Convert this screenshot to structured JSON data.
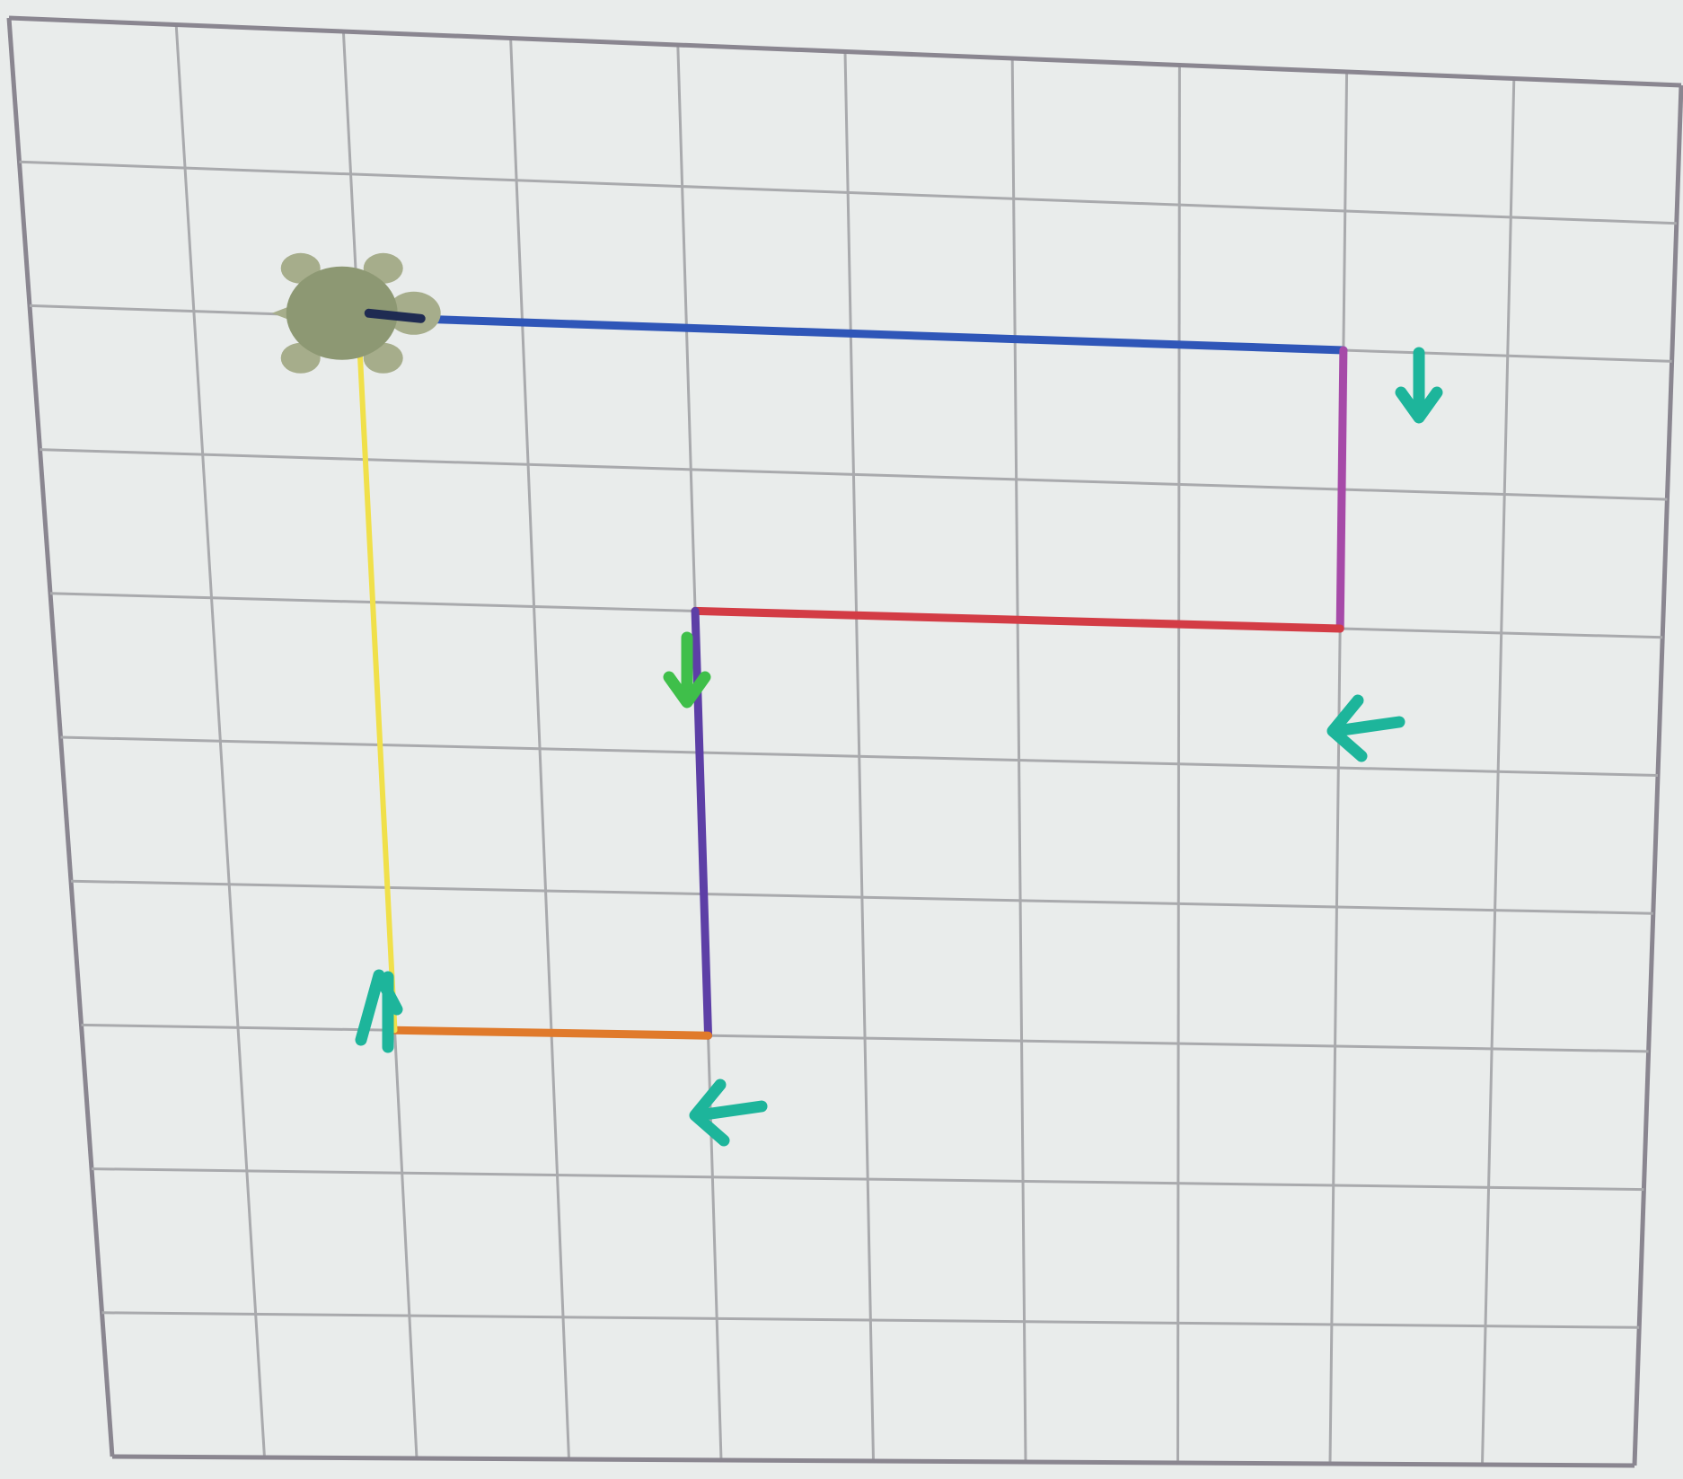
{
  "diagram": {
    "grid": {
      "columns": 10,
      "rows": 10
    },
    "turtle": {
      "color": "#8d9873",
      "start_cell": [
        2,
        2
      ],
      "heading": "east"
    },
    "path": [
      {
        "segment": "path-segment-1",
        "from": [
          2,
          2
        ],
        "to": [
          8,
          2
        ],
        "color": "#2f56b8"
      },
      {
        "segment": "path-segment-2",
        "from": [
          8,
          2
        ],
        "to": [
          8,
          4
        ],
        "color": "#a64aa8"
      },
      {
        "segment": "path-segment-3",
        "from": [
          8,
          4
        ],
        "to": [
          4,
          4
        ],
        "color": "#d33c45"
      },
      {
        "segment": "path-segment-4",
        "from": [
          4,
          4
        ],
        "to": [
          4,
          7
        ],
        "color": "#5d3fa6"
      },
      {
        "segment": "path-segment-5",
        "from": [
          4,
          7
        ],
        "to": [
          2,
          7
        ],
        "color": "#e07a2b"
      },
      {
        "segment": "path-segment-6",
        "from": [
          2,
          7
        ],
        "to": [
          2,
          2
        ],
        "color": "#f0e04a"
      }
    ],
    "turn_arrows": [
      {
        "name": "turn-arrow-down-right",
        "direction": "down",
        "color": "#1db59b"
      },
      {
        "name": "turn-arrow-left-right",
        "direction": "left",
        "color": "#1db59b"
      },
      {
        "name": "turn-arrow-down-middle",
        "direction": "down",
        "color": "#3fbf4a"
      },
      {
        "name": "turn-arrow-left-bottom",
        "direction": "left",
        "color": "#1db59b"
      },
      {
        "name": "turn-arrow-up-left",
        "direction": "up",
        "color": "#1db59b"
      }
    ]
  }
}
